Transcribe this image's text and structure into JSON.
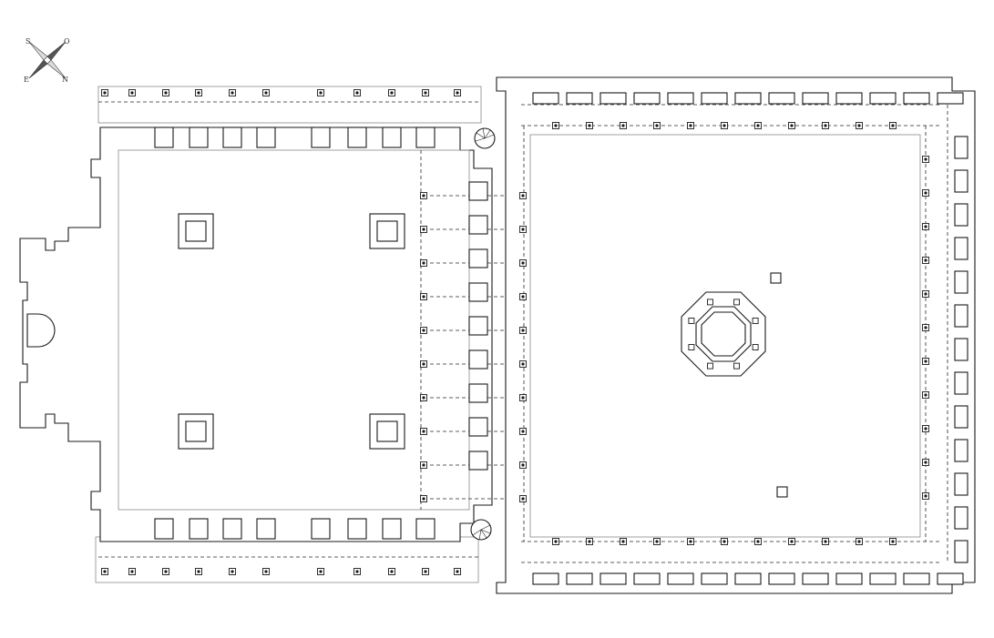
{
  "compass": {
    "north": "N",
    "south": "S",
    "east": "E",
    "west": "O"
  },
  "colors": {
    "line": "#1a1a1a",
    "secondary_line": "#8a8a8a",
    "background": "#ffffff"
  },
  "icons": [
    "compass-rose-icon",
    "spiral-stair-icon",
    "octagonal-fountain-icon"
  ]
}
